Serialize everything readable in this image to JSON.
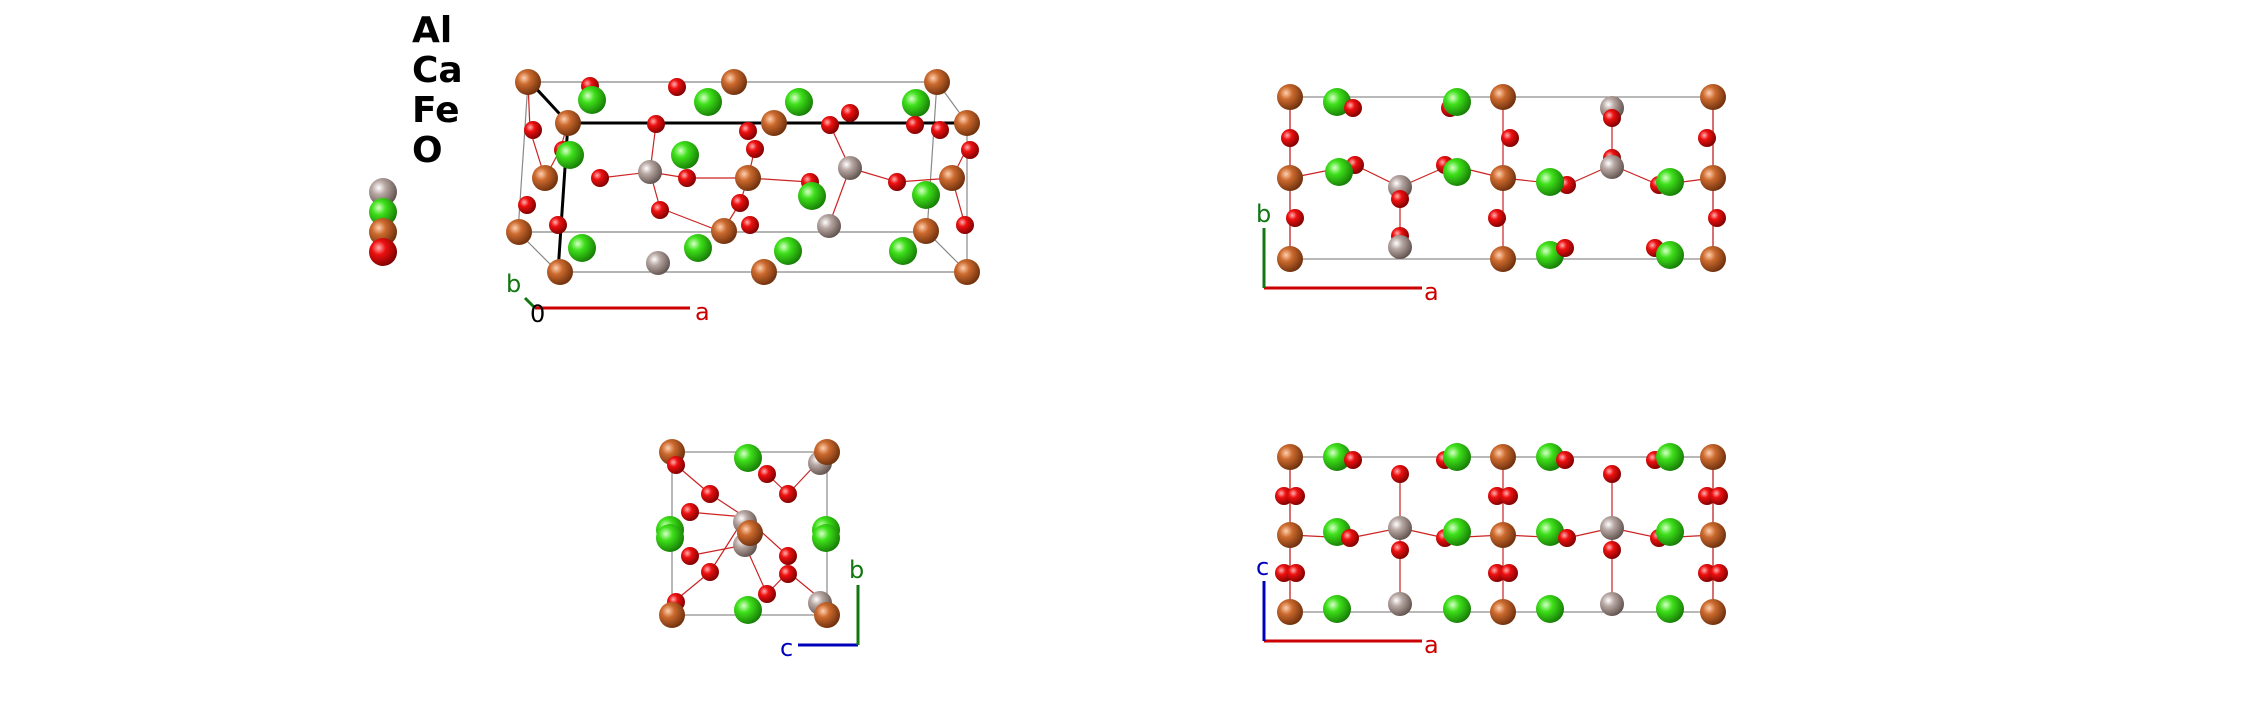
{
  "legend": {
    "elements": [
      "Al",
      "Ca",
      "Fe",
      "O"
    ]
  },
  "colors": {
    "Al": "#9b8a86",
    "Ca": "#33dd11",
    "Fe": "#c4622a",
    "O": "#e60000",
    "axis_a": "#cc0000",
    "axis_b": "#117711",
    "axis_c": "#0000bb",
    "cell_edge": "#888888",
    "bond": "#cc2222"
  },
  "views": {
    "perspective": {
      "axis_labels": {
        "a": "a",
        "b": "b",
        "origin": "0"
      }
    },
    "ab": {
      "axis_labels": {
        "a": "a",
        "b": "b"
      }
    },
    "cb": {
      "axis_labels": {
        "c": "c",
        "b": "b"
      }
    },
    "ac": {
      "axis_labels": {
        "a": "a",
        "c": "c"
      }
    }
  }
}
